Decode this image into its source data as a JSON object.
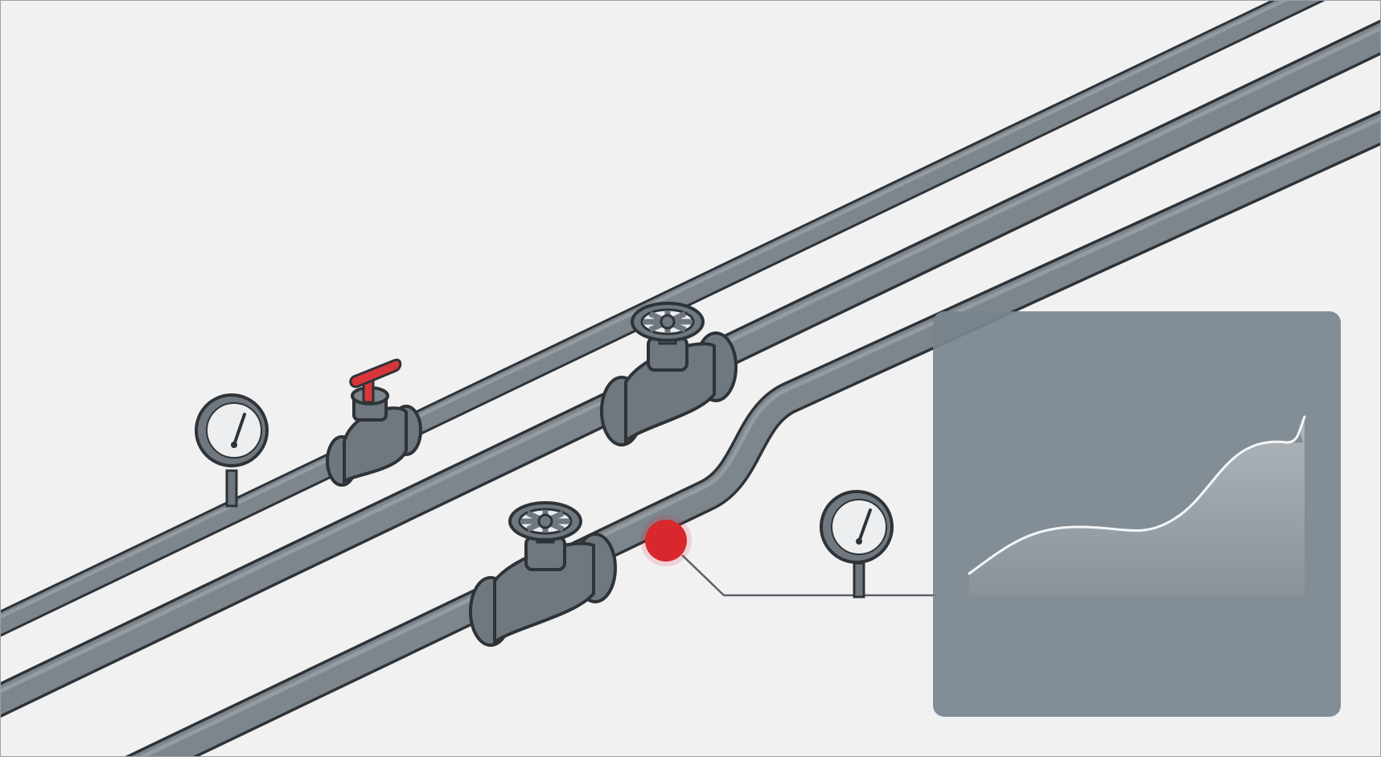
{
  "scene": {
    "background_color": "#f1f1f2",
    "pipe_color": "#7d858d",
    "pipe_highlight_color": "#9aa1a8",
    "outline_color": "#2e3338",
    "valve_body_color": "#6f777f",
    "lever_color": "#d8363a",
    "alert_color": "#d8272d",
    "gauge_face_color": "#eceeef",
    "panel_color": "#79848d",
    "panel_line_color": "#f4f6f7"
  },
  "pipes": [
    {
      "name": "pipe-upper"
    },
    {
      "name": "pipe-middle"
    },
    {
      "name": "pipe-lower-bent"
    }
  ],
  "valves": [
    {
      "name": "lever-valve",
      "icon": "lever-valve-icon",
      "state": "closed"
    },
    {
      "name": "handwheel-valve-upper",
      "icon": "handwheel-valve-icon"
    },
    {
      "name": "handwheel-valve-lower",
      "icon": "handwheel-valve-icon"
    }
  ],
  "gauges": [
    {
      "name": "pressure-gauge-left",
      "icon": "pressure-gauge-icon"
    },
    {
      "name": "pressure-gauge-right",
      "icon": "pressure-gauge-icon"
    }
  ],
  "alert": {
    "name": "leak-marker",
    "icon": "alert-dot-icon"
  },
  "trend_panel": {
    "name": "trend-panel",
    "line": "rising-trend-line"
  }
}
